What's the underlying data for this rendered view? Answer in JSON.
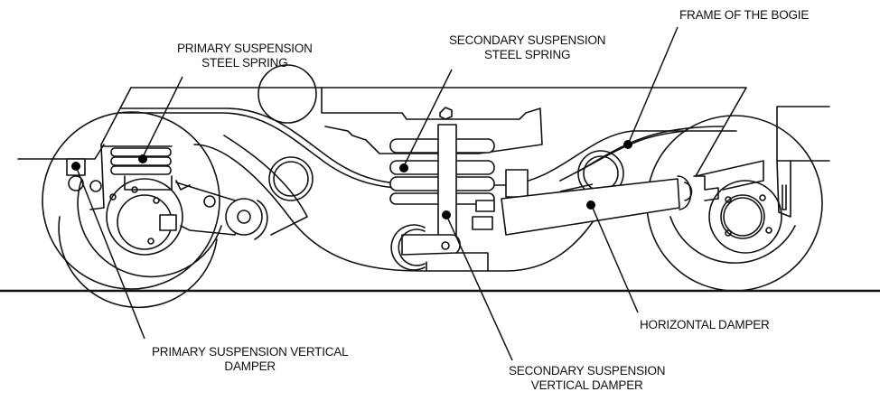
{
  "diagram": {
    "subject": "Railway bogie suspension side view",
    "labels": {
      "frame_of_bogie": "FRAME OF THE BOGIE",
      "primary_steel_spring": [
        "PRIMARY SUSPENSION",
        "STEEL SPRING"
      ],
      "secondary_steel_spring": [
        "SECONDARY SUSPENSION",
        "STEEL SPRING"
      ],
      "horizontal_damper": "HORIZONTAL DAMPER",
      "primary_vertical_damper": [
        "PRIMARY SUSPENSION VERTICAL",
        "DAMPER"
      ],
      "secondary_vertical_damper": [
        "SECONDARY SUSPENSION",
        "VERTICAL DAMPER"
      ]
    },
    "colors": {
      "line": "#111111",
      "background": "#ffffff"
    }
  }
}
